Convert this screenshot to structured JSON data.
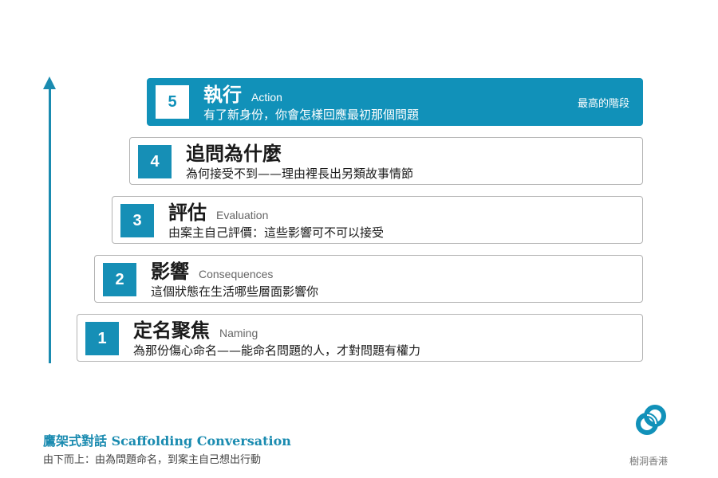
{
  "colors": {
    "accent": "#1191b9",
    "border": "#b3b3b3"
  },
  "steps": [
    {
      "num": "5",
      "title": "執行",
      "eng": "Action",
      "desc": "有了新身份，你會怎樣回應最初那個問題",
      "badge": "最高的階段"
    },
    {
      "num": "4",
      "title": "追問為什麼",
      "eng": "",
      "desc": "為何接受不到——理由裡長出另類故事情節"
    },
    {
      "num": "3",
      "title": "評估",
      "eng": "Evaluation",
      "desc": "由案主自己評價：這些影響可不可以接受"
    },
    {
      "num": "2",
      "title": "影響",
      "eng": "Consequences",
      "desc": "這個狀態在生活哪些層面影響你"
    },
    {
      "num": "1",
      "title": "定名聚焦",
      "eng": "Naming",
      "desc": "為那份傷心命名——能命名問題的人，才對問題有權力"
    }
  ],
  "footer": {
    "title": "鷹架式對話 Scaffolding Conversation",
    "subtitle": "由下而上：由為問題命名，到案主自己想出行動"
  },
  "logo": {
    "icon": "linked-circles-icon",
    "text": "樹洞香港"
  }
}
